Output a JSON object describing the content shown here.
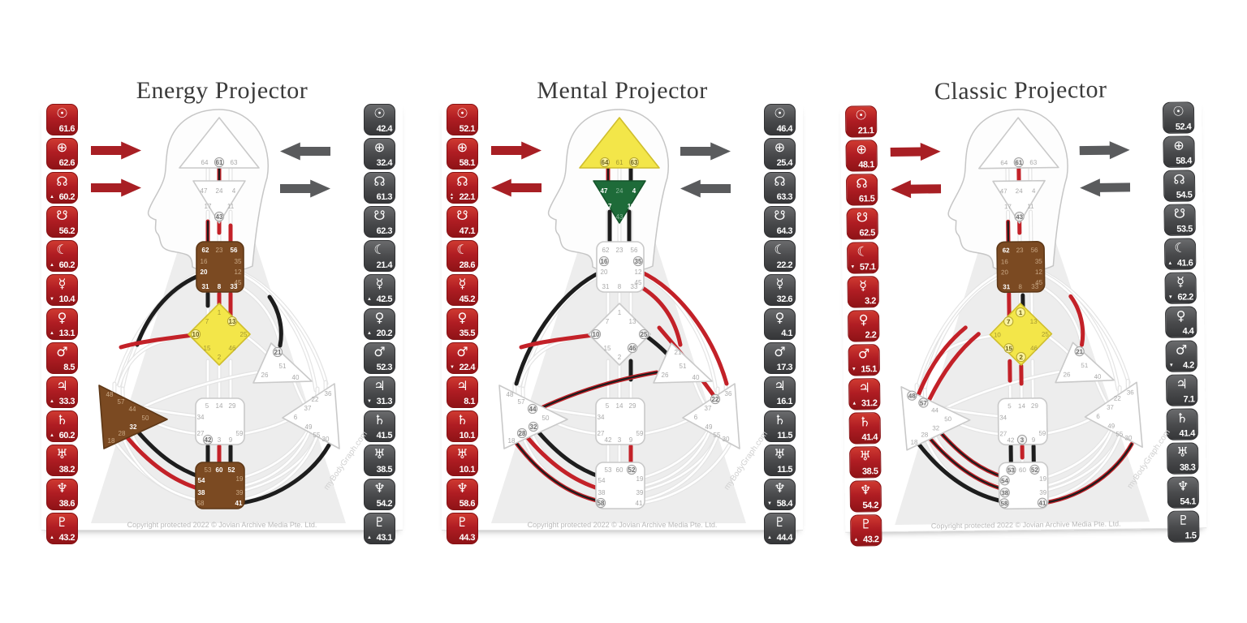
{
  "copyright": "Copyright protected 2022 © Jovian Archive Media Pte. Ltd.",
  "watermark": "myBodyGraph.com",
  "planet_symbols": {
    "sun": "☉",
    "earth": "⊕",
    "north_node": "☊",
    "south_node": "☋",
    "moon": "☾",
    "mercury": "☿",
    "venus": "♀",
    "mars": "♂",
    "jupiter": "♃",
    "saturn": "♄",
    "uranus": "♅",
    "neptune": "♆",
    "pluto": "♇"
  },
  "colors": {
    "design_red": "#b01d23",
    "personality_gray": "#4a4b4d",
    "channel_red": "#c32128",
    "channel_black": "#1d1d1d",
    "center_brown": "#7b4a22",
    "center_yellow": "#f3e649",
    "center_green": "#1e6b39"
  },
  "gates": {
    "head": [
      64,
      61,
      63
    ],
    "ajna": [
      47,
      24,
      4,
      17,
      11,
      43
    ],
    "throat": [
      62,
      23,
      56,
      16,
      35,
      20,
      12,
      45,
      31,
      8,
      33
    ],
    "g": [
      1,
      7,
      13,
      10,
      25,
      15,
      46,
      2
    ],
    "heart": [
      21,
      51,
      26,
      40
    ],
    "spleen": [
      48,
      57,
      44,
      50,
      32,
      28,
      18
    ],
    "solar_plexus": [
      36,
      22,
      37,
      6,
      49,
      55,
      30
    ],
    "sacral": [
      5,
      14,
      29,
      34,
      27,
      59,
      42,
      3,
      9
    ],
    "root": [
      53,
      60,
      52,
      54,
      19,
      38,
      39,
      58,
      41
    ]
  },
  "charts": [
    {
      "title": "Energy Projector",
      "arrows": {
        "left_top": "right",
        "left_bottom": "right",
        "right_top": "left",
        "right_bottom": "right"
      },
      "design": [
        {
          "planet": "sun",
          "value": "61.6",
          "marker": ""
        },
        {
          "planet": "earth",
          "value": "62.6",
          "marker": ""
        },
        {
          "planet": "north_node",
          "value": "60.2",
          "marker": "up"
        },
        {
          "planet": "south_node",
          "value": "56.2",
          "marker": ""
        },
        {
          "planet": "moon",
          "value": "60.2",
          "marker": "up"
        },
        {
          "planet": "mercury",
          "value": "10.4",
          "marker": "down"
        },
        {
          "planet": "venus",
          "value": "13.1",
          "marker": "up"
        },
        {
          "planet": "mars",
          "value": "8.5",
          "marker": ""
        },
        {
          "planet": "jupiter",
          "value": "33.3",
          "marker": "up"
        },
        {
          "planet": "saturn",
          "value": "60.2",
          "marker": "up"
        },
        {
          "planet": "uranus",
          "value": "38.2",
          "marker": ""
        },
        {
          "planet": "neptune",
          "value": "38.6",
          "marker": ""
        },
        {
          "planet": "pluto",
          "value": "43.2",
          "marker": "up"
        }
      ],
      "personality": [
        {
          "planet": "sun",
          "value": "42.4",
          "marker": ""
        },
        {
          "planet": "earth",
          "value": "32.4",
          "marker": ""
        },
        {
          "planet": "north_node",
          "value": "61.3",
          "marker": ""
        },
        {
          "planet": "south_node",
          "value": "62.3",
          "marker": ""
        },
        {
          "planet": "moon",
          "value": "21.4",
          "marker": ""
        },
        {
          "planet": "mercury",
          "value": "42.5",
          "marker": "up"
        },
        {
          "planet": "venus",
          "value": "20.2",
          "marker": "up"
        },
        {
          "planet": "mars",
          "value": "52.3",
          "marker": ""
        },
        {
          "planet": "jupiter",
          "value": "31.3",
          "marker": "down"
        },
        {
          "planet": "saturn",
          "value": "41.5",
          "marker": ""
        },
        {
          "planet": "uranus",
          "value": "38.5",
          "marker": ""
        },
        {
          "planet": "neptune",
          "value": "54.2",
          "marker": ""
        },
        {
          "planet": "pluto",
          "value": "43.1",
          "marker": "up"
        }
      ],
      "defined_centers": {
        "head": "white",
        "ajna": "white",
        "throat": "brown",
        "g": "yellow",
        "heart": "white",
        "spleen": "brown",
        "solar_plexus": "white",
        "sacral": "white",
        "root": "brown"
      },
      "activations": [
        {
          "path": "g61",
          "color": "both"
        },
        {
          "path": "g62",
          "color": "both"
        },
        {
          "path": "g43",
          "color": "red"
        },
        {
          "path": "g56",
          "color": "red"
        },
        {
          "path": "g31",
          "color": "black"
        },
        {
          "path": "g8",
          "color": "red"
        },
        {
          "path": "ch33_13",
          "color": "red"
        },
        {
          "path": "arc20",
          "color": "black"
        },
        {
          "path": "arc10",
          "color": "red"
        },
        {
          "path": "arc21",
          "color": "black"
        },
        {
          "path": "arc32_54",
          "color": "black"
        },
        {
          "path": "arc38_28",
          "color": "red"
        },
        {
          "path": "g42",
          "color": "black"
        },
        {
          "path": "g60",
          "color": "red"
        },
        {
          "path": "g52",
          "color": "black"
        },
        {
          "path": "arc41_30",
          "color": "black"
        }
      ],
      "bold_gates": [
        62,
        56,
        20,
        31,
        8,
        33,
        32,
        60,
        52,
        54,
        38,
        41
      ],
      "circled_gates": [
        61,
        43,
        13,
        10,
        21,
        42
      ]
    },
    {
      "title": "Mental Projector",
      "arrows": {
        "left_top": "right",
        "left_bottom": "left",
        "right_top": "right",
        "right_bottom": "left"
      },
      "design": [
        {
          "planet": "sun",
          "value": "52.1",
          "marker": ""
        },
        {
          "planet": "earth",
          "value": "58.1",
          "marker": ""
        },
        {
          "planet": "north_node",
          "value": "22.1",
          "marker": "updown"
        },
        {
          "planet": "south_node",
          "value": "47.1",
          "marker": ""
        },
        {
          "planet": "moon",
          "value": "28.6",
          "marker": ""
        },
        {
          "planet": "mercury",
          "value": "45.2",
          "marker": ""
        },
        {
          "planet": "venus",
          "value": "35.5",
          "marker": ""
        },
        {
          "planet": "mars",
          "value": "22.4",
          "marker": "down"
        },
        {
          "planet": "jupiter",
          "value": "8.1",
          "marker": ""
        },
        {
          "planet": "saturn",
          "value": "10.1",
          "marker": ""
        },
        {
          "planet": "uranus",
          "value": "10.1",
          "marker": ""
        },
        {
          "planet": "neptune",
          "value": "58.6",
          "marker": ""
        },
        {
          "planet": "pluto",
          "value": "44.3",
          "marker": ""
        }
      ],
      "personality": [
        {
          "planet": "sun",
          "value": "46.4",
          "marker": ""
        },
        {
          "planet": "earth",
          "value": "25.4",
          "marker": ""
        },
        {
          "planet": "north_node",
          "value": "63.3",
          "marker": ""
        },
        {
          "planet": "south_node",
          "value": "64.3",
          "marker": ""
        },
        {
          "planet": "moon",
          "value": "22.2",
          "marker": ""
        },
        {
          "planet": "mercury",
          "value": "32.6",
          "marker": ""
        },
        {
          "planet": "venus",
          "value": "4.1",
          "marker": ""
        },
        {
          "planet": "mars",
          "value": "17.3",
          "marker": ""
        },
        {
          "planet": "jupiter",
          "value": "16.1",
          "marker": ""
        },
        {
          "planet": "saturn",
          "value": "11.5",
          "marker": ""
        },
        {
          "planet": "uranus",
          "value": "11.5",
          "marker": ""
        },
        {
          "planet": "neptune",
          "value": "58.4",
          "marker": "down"
        },
        {
          "planet": "pluto",
          "value": "44.4",
          "marker": "up"
        }
      ],
      "defined_centers": {
        "head": "yellow",
        "ajna": "green",
        "throat": "white",
        "g": "white",
        "heart": "white",
        "spleen": "white",
        "solar_plexus": "white",
        "sacral": "white",
        "root": "white"
      },
      "activations": [
        {
          "path": "ch64_47",
          "color": "both"
        },
        {
          "path": "ch63_4",
          "color": "black"
        },
        {
          "path": "g17",
          "color": "black"
        },
        {
          "path": "g11",
          "color": "black"
        },
        {
          "path": "arc16_48",
          "color": "black"
        },
        {
          "path": "arc35_36",
          "color": "red"
        },
        {
          "path": "arc45_21",
          "color": "red"
        },
        {
          "path": "arc22_12",
          "color": "red"
        },
        {
          "path": "arc10",
          "color": "red"
        },
        {
          "path": "arc25_51",
          "color": "black"
        },
        {
          "path": "g46",
          "color": "black"
        },
        {
          "path": "arc44_26",
          "color": "both"
        },
        {
          "path": "arc32_54",
          "color": "black"
        },
        {
          "path": "arc38_28",
          "color": "red"
        },
        {
          "path": "arc58_18",
          "color": "both"
        },
        {
          "path": "g52",
          "color": "red"
        }
      ],
      "bold_gates": [
        47,
        4,
        17,
        11
      ],
      "circled_gates": [
        64,
        63,
        16,
        35,
        44,
        32,
        28,
        22,
        10,
        25,
        46,
        52,
        58
      ]
    },
    {
      "title": "Classic Projector",
      "arrows": {
        "left_top": "right",
        "left_bottom": "left",
        "right_top": "right",
        "right_bottom": "left"
      },
      "design": [
        {
          "planet": "sun",
          "value": "21.1",
          "marker": ""
        },
        {
          "planet": "earth",
          "value": "48.1",
          "marker": ""
        },
        {
          "planet": "north_node",
          "value": "61.5",
          "marker": ""
        },
        {
          "planet": "south_node",
          "value": "62.5",
          "marker": ""
        },
        {
          "planet": "moon",
          "value": "57.1",
          "marker": "down"
        },
        {
          "planet": "mercury",
          "value": "3.2",
          "marker": ""
        },
        {
          "planet": "venus",
          "value": "2.2",
          "marker": ""
        },
        {
          "planet": "mars",
          "value": "15.1",
          "marker": "down"
        },
        {
          "planet": "jupiter",
          "value": "31.2",
          "marker": "up"
        },
        {
          "planet": "saturn",
          "value": "41.4",
          "marker": ""
        },
        {
          "planet": "uranus",
          "value": "38.5",
          "marker": ""
        },
        {
          "planet": "neptune",
          "value": "54.2",
          "marker": ""
        },
        {
          "planet": "pluto",
          "value": "43.2",
          "marker": "up"
        }
      ],
      "personality": [
        {
          "planet": "sun",
          "value": "52.4",
          "marker": ""
        },
        {
          "planet": "earth",
          "value": "58.4",
          "marker": ""
        },
        {
          "planet": "north_node",
          "value": "54.5",
          "marker": ""
        },
        {
          "planet": "south_node",
          "value": "53.5",
          "marker": ""
        },
        {
          "planet": "moon",
          "value": "41.6",
          "marker": "up"
        },
        {
          "planet": "mercury",
          "value": "62.2",
          "marker": "down"
        },
        {
          "planet": "venus",
          "value": "4.4",
          "marker": ""
        },
        {
          "planet": "mars",
          "value": "4.2",
          "marker": "down"
        },
        {
          "planet": "jupiter",
          "value": "7.1",
          "marker": ""
        },
        {
          "planet": "saturn",
          "value": "41.4",
          "marker": ""
        },
        {
          "planet": "uranus",
          "value": "38.3",
          "marker": ""
        },
        {
          "planet": "neptune",
          "value": "54.1",
          "marker": ""
        },
        {
          "planet": "pluto",
          "value": "1.5",
          "marker": ""
        }
      ],
      "defined_centers": {
        "head": "white",
        "ajna": "white",
        "throat": "brown",
        "g": "yellow",
        "heart": "white",
        "spleen": "white",
        "solar_plexus": "white",
        "sacral": "white",
        "root": "white"
      },
      "activations": [
        {
          "path": "g61",
          "color": "red"
        },
        {
          "path": "g62",
          "color": "both"
        },
        {
          "path": "g43",
          "color": "red"
        },
        {
          "path": "ch31_7",
          "color": "red"
        },
        {
          "path": "g1up",
          "color": "black"
        },
        {
          "path": "g15",
          "color": "red"
        },
        {
          "path": "g2",
          "color": "red"
        },
        {
          "path": "arc21",
          "color": "red"
        },
        {
          "path": "arc57_20",
          "color": "red"
        },
        {
          "path": "arc48_16",
          "color": "red"
        },
        {
          "path": "arc32_54",
          "color": "both"
        },
        {
          "path": "arc38_28",
          "color": "both"
        },
        {
          "path": "arc58_18",
          "color": "black"
        },
        {
          "path": "arc41_30",
          "color": "both"
        },
        {
          "path": "g42",
          "color": "black"
        },
        {
          "path": "g3",
          "color": "red"
        },
        {
          "path": "g52",
          "color": "black"
        }
      ],
      "bold_gates": [
        62,
        31
      ],
      "circled_gates": [
        61,
        43,
        1,
        7,
        15,
        2,
        21,
        48,
        57,
        3,
        53,
        52,
        58,
        54,
        38,
        41
      ]
    }
  ]
}
